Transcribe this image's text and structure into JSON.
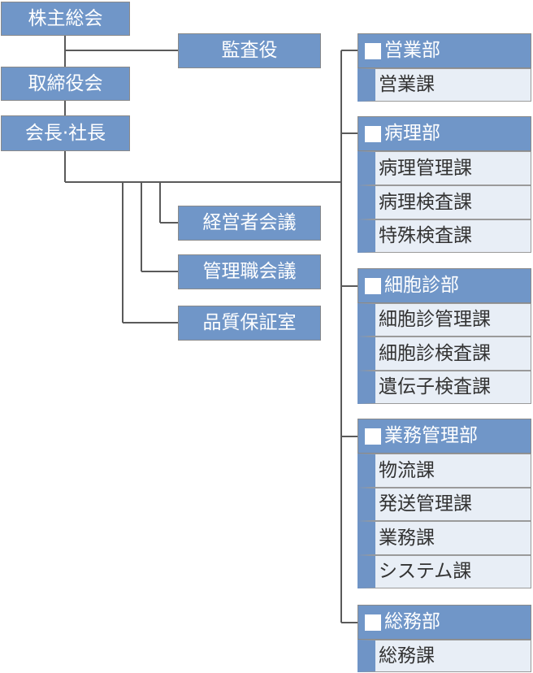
{
  "colors": {
    "box_fill": "#7096c8",
    "section_fill": "#e8eef6",
    "section_bar": "#6f94c6",
    "line": "#5a5a5a"
  },
  "top": {
    "shareholders": "株主総会",
    "auditor": "監査役",
    "board": "取締役会",
    "president": "会長·社長"
  },
  "councils": {
    "management_meeting": "経営者会議",
    "managers_meeting": "管理職会議",
    "quality_office": "品質保証室"
  },
  "departments": [
    {
      "name": "営業部",
      "sections": [
        "営業課"
      ]
    },
    {
      "name": "病理部",
      "sections": [
        "病理管理課",
        "病理検査課",
        "特殊検査課"
      ]
    },
    {
      "name": "細胞診部",
      "sections": [
        "細胞診管理課",
        "細胞診検査課",
        "遺伝子検査課"
      ]
    },
    {
      "name": "業務管理部",
      "sections": [
        "物流課",
        "発送管理課",
        "業務課",
        "システム課"
      ]
    },
    {
      "name": "総務部",
      "sections": [
        "総務課"
      ]
    }
  ]
}
